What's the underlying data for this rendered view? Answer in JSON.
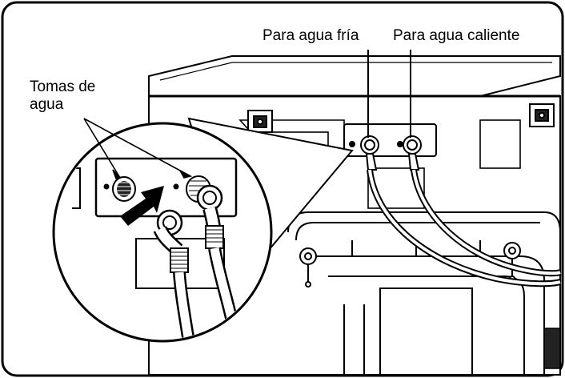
{
  "labels": {
    "cold": "Para agua fría",
    "hot": "Para agua caliente",
    "inlets_line1": "Tomas de",
    "inlets_line2": "agua"
  },
  "colors": {
    "line": "#000000",
    "fill": "#ffffff",
    "shade": "#1a1a1a"
  }
}
